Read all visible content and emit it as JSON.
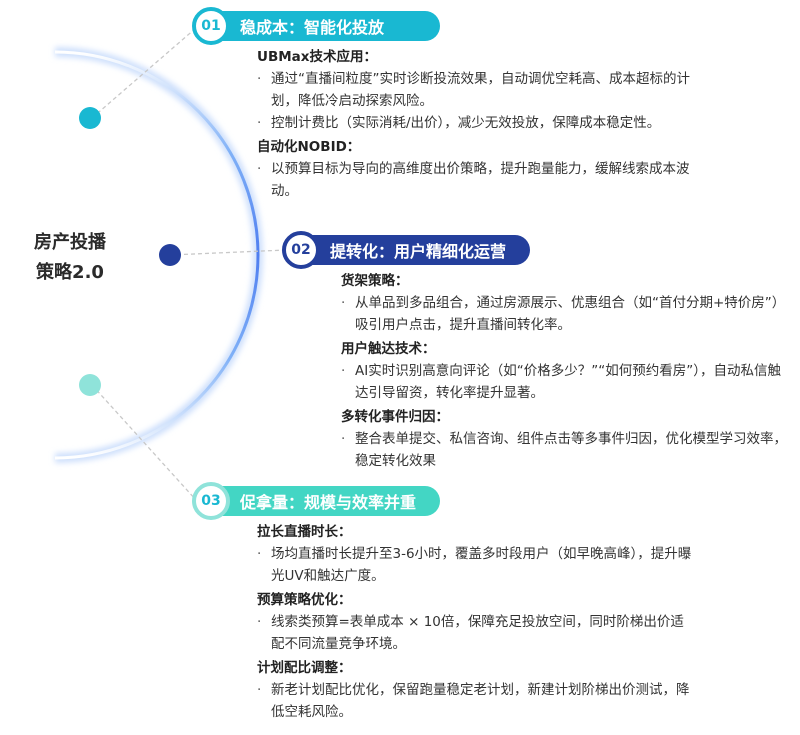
{
  "center": {
    "line1": "房产投播",
    "line2": "策略2.0"
  },
  "colors": {
    "s1": "#19b8d2",
    "s2": "#243f9c",
    "s3": "#43d6c4",
    "arc": "#5d8ff5"
  },
  "sections": [
    {
      "num": "01",
      "title": "稳成本：智能化投放",
      "groups": [
        {
          "head": "UBMax技术应用：",
          "items": [
            "通过“直播间粒度”实时诊断投流效果，自动调优空耗高、成本超标的计划，降低冷启动探索风险。",
            "控制计费比（实际消耗/出价），减少无效投放，保障成本稳定性。"
          ]
        },
        {
          "head": "自动化NOBID：",
          "items": [
            "以预算目标为导向的高维度出价策略，提升跑量能力，缓解线索成本波动。"
          ]
        }
      ]
    },
    {
      "num": "02",
      "title": "提转化：用户精细化运营",
      "groups": [
        {
          "head": "货架策略：",
          "items": [
            "从单品到多品组合，通过房源展示、优惠组合（如“首付分期+特价房”）吸引用户点击，提升直播间转化率。"
          ]
        },
        {
          "head": "用户触达技术：",
          "items": [
            "AI实时识别高意向评论（如“价格多少？”“如何预约看房”），自动私信触达引导留资，转化率提升显著。"
          ]
        },
        {
          "head": "多转化事件归因：",
          "items": [
            "整合表单提交、私信咨询、组件点击等多事件归因，优化模型学习效率，稳定转化效果"
          ]
        }
      ]
    },
    {
      "num": "03",
      "title": "促拿量：规模与效率并重",
      "groups": [
        {
          "head": "拉长直播时长：",
          "items": [
            "场均直播时长提升至3-6小时，覆盖多时段用户（如早晚高峰），提升曝光UV和触达广度。"
          ]
        },
        {
          "head": "预算策略优化：",
          "items": [
            "线索类预算=表单成本 × 10倍，保障充足投放空间，同时阶梯出价适配不同流量竞争环境。"
          ]
        },
        {
          "head": "计划配比调整：",
          "items": [
            "新老计划配比优化，保留跑量稳定老计划，新建计划阶梯出价测试，降低空耗风险。"
          ]
        }
      ]
    }
  ]
}
